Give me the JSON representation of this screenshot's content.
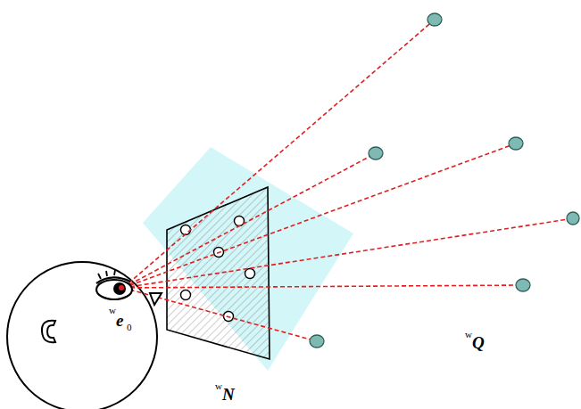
{
  "diagram": {
    "labels": [
      "w",
      "e",
      "0",
      "w",
      "N",
      "w",
      "Q"
    ]
  }
}
